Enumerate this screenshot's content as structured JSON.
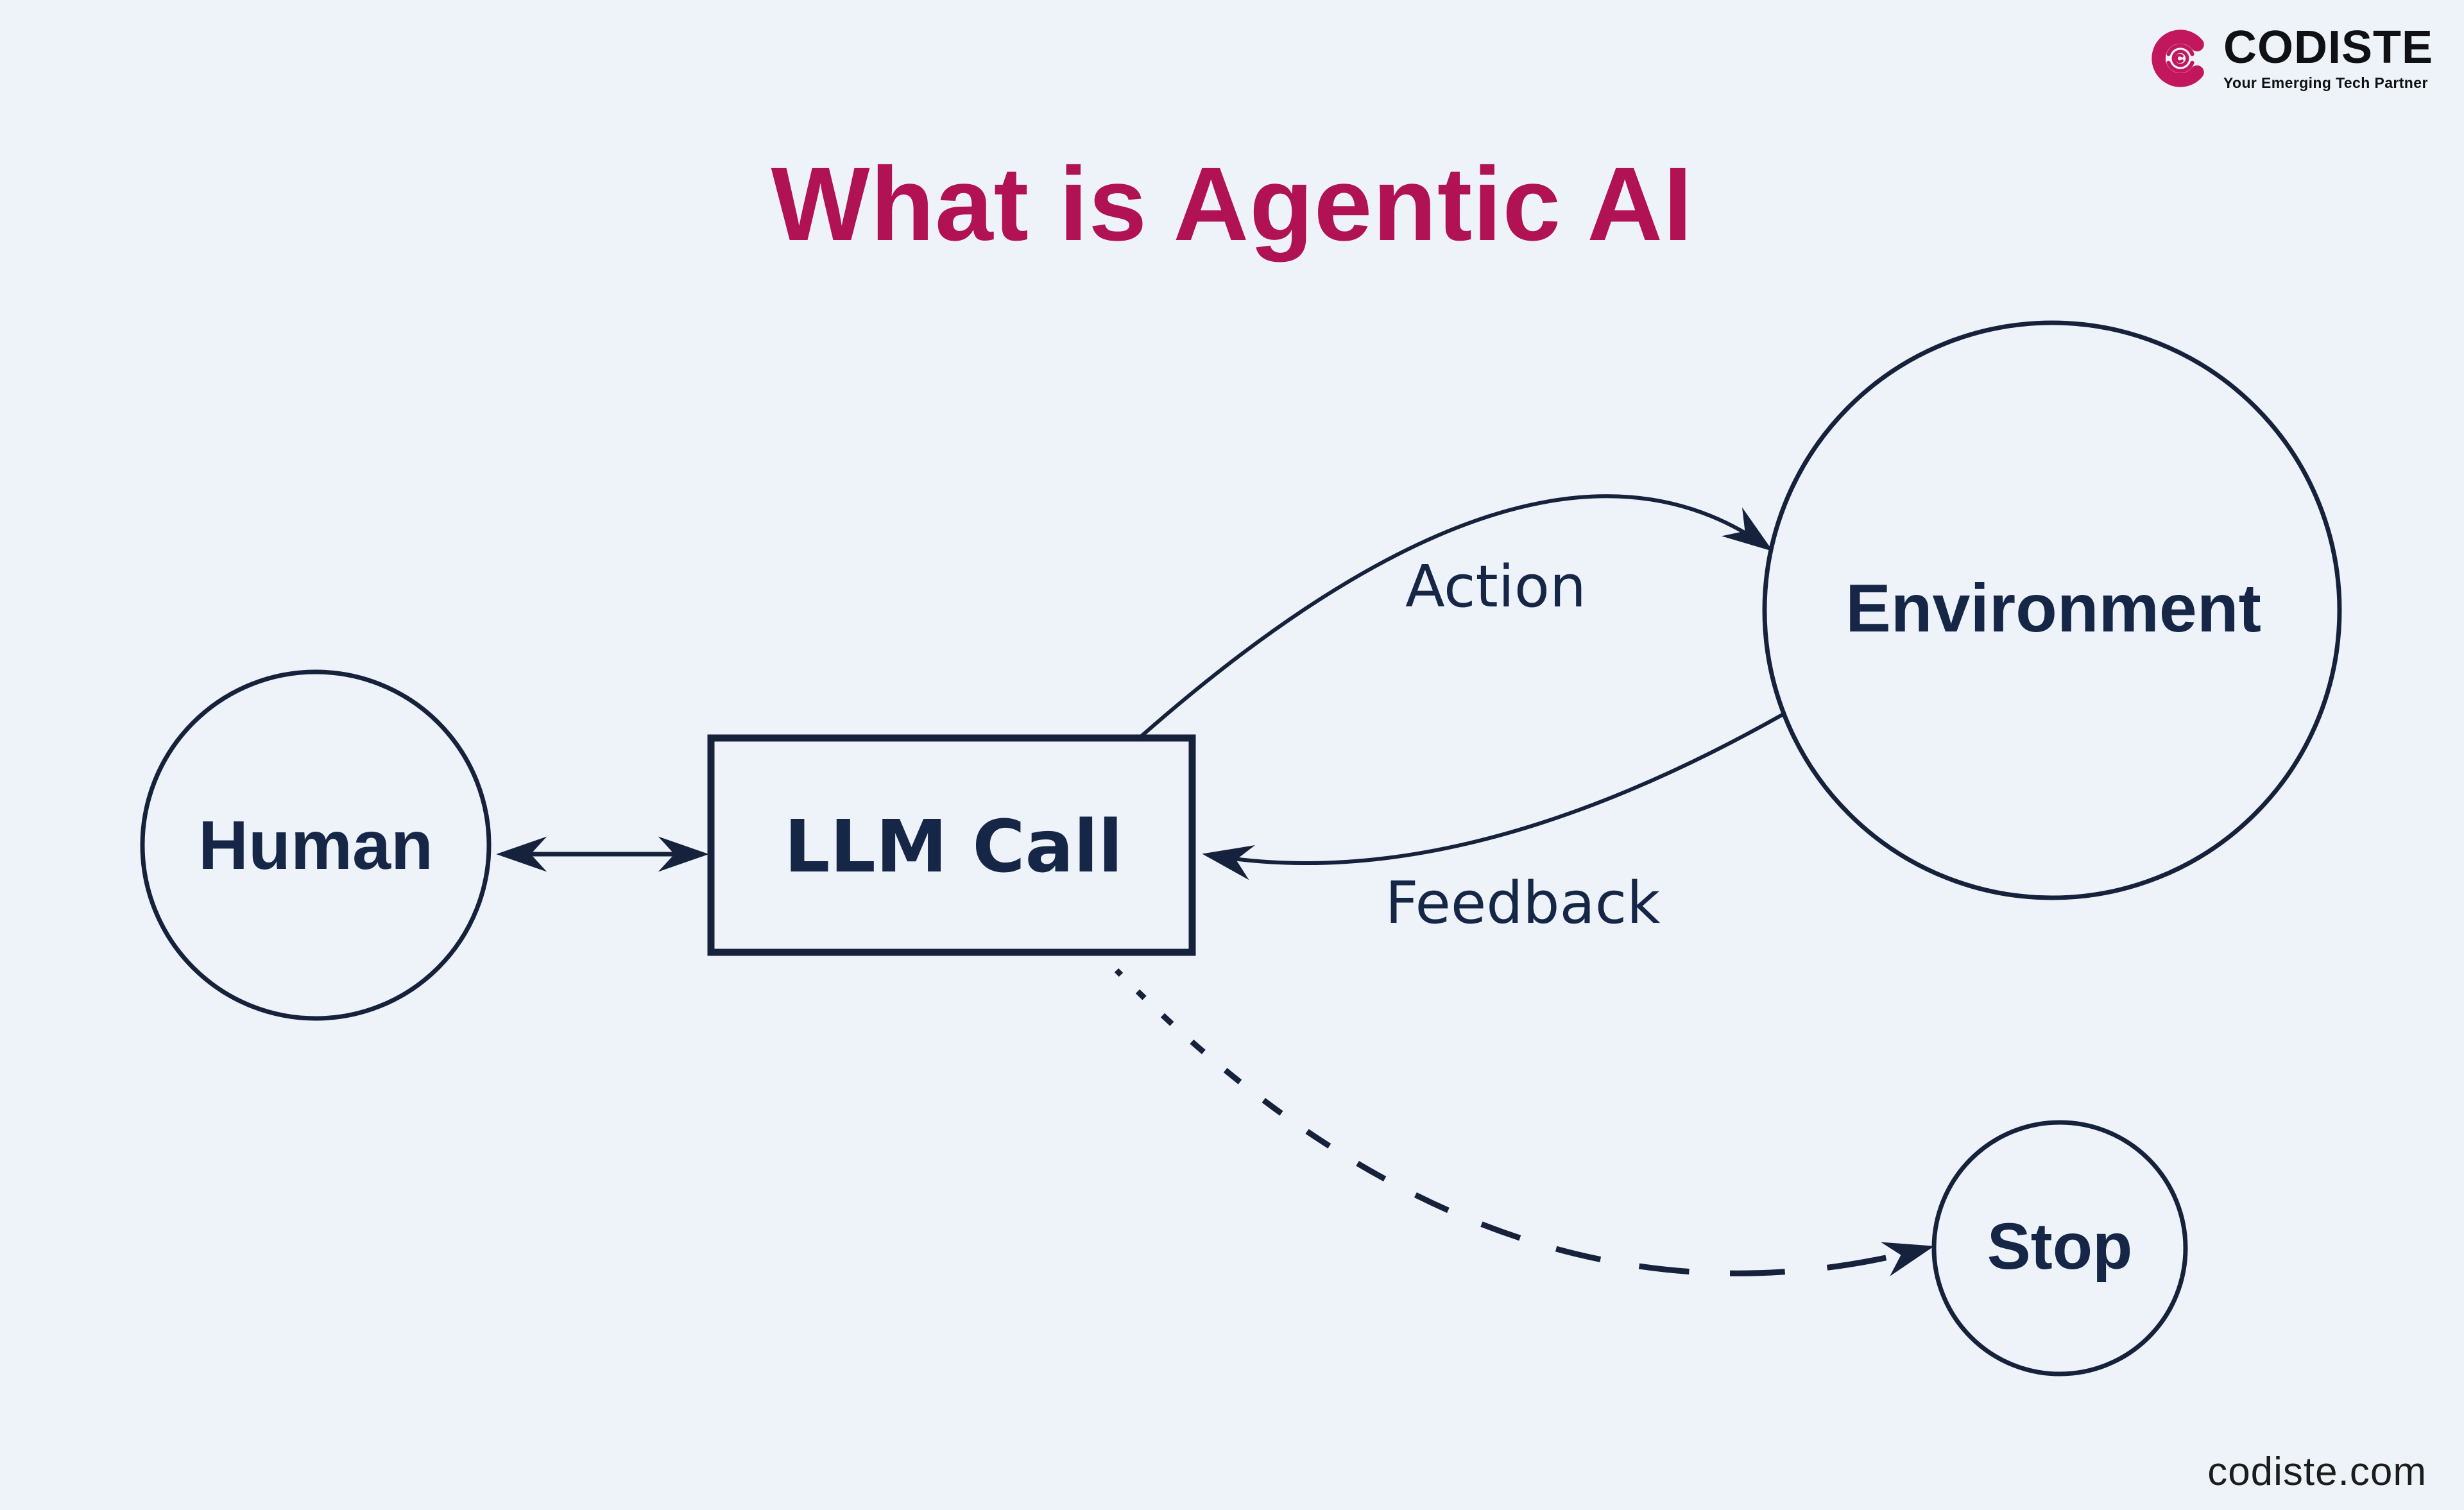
{
  "page": {
    "background_color": "#edf3f9",
    "title": "What is Agentic AI",
    "title_color": "#b01254",
    "footer_url": "codiste.com"
  },
  "logo": {
    "wordmark": "CODISTE",
    "tagline": "Your Emerging Tech Partner",
    "brand_color": "#c2175d",
    "text_color": "#101114"
  },
  "diagram": {
    "stroke_color": "#16213c",
    "label_color": "#152647",
    "nodes": [
      {
        "id": "human",
        "label": "Human",
        "shape": "circle"
      },
      {
        "id": "llm-call",
        "label": "LLM Call",
        "shape": "rectangle"
      },
      {
        "id": "environment",
        "label": "Environment",
        "shape": "circle"
      },
      {
        "id": "stop",
        "label": "Stop",
        "shape": "circle"
      }
    ],
    "edges": [
      {
        "from": "human",
        "to": "llm-call",
        "label": "",
        "style": "solid",
        "direction": "bidirectional"
      },
      {
        "from": "llm-call",
        "to": "environment",
        "label": "Action",
        "style": "solid",
        "direction": "forward"
      },
      {
        "from": "environment",
        "to": "llm-call",
        "label": "Feedback",
        "style": "solid",
        "direction": "forward"
      },
      {
        "from": "llm-call",
        "to": "stop",
        "label": "",
        "style": "dashed",
        "direction": "forward"
      }
    ]
  }
}
